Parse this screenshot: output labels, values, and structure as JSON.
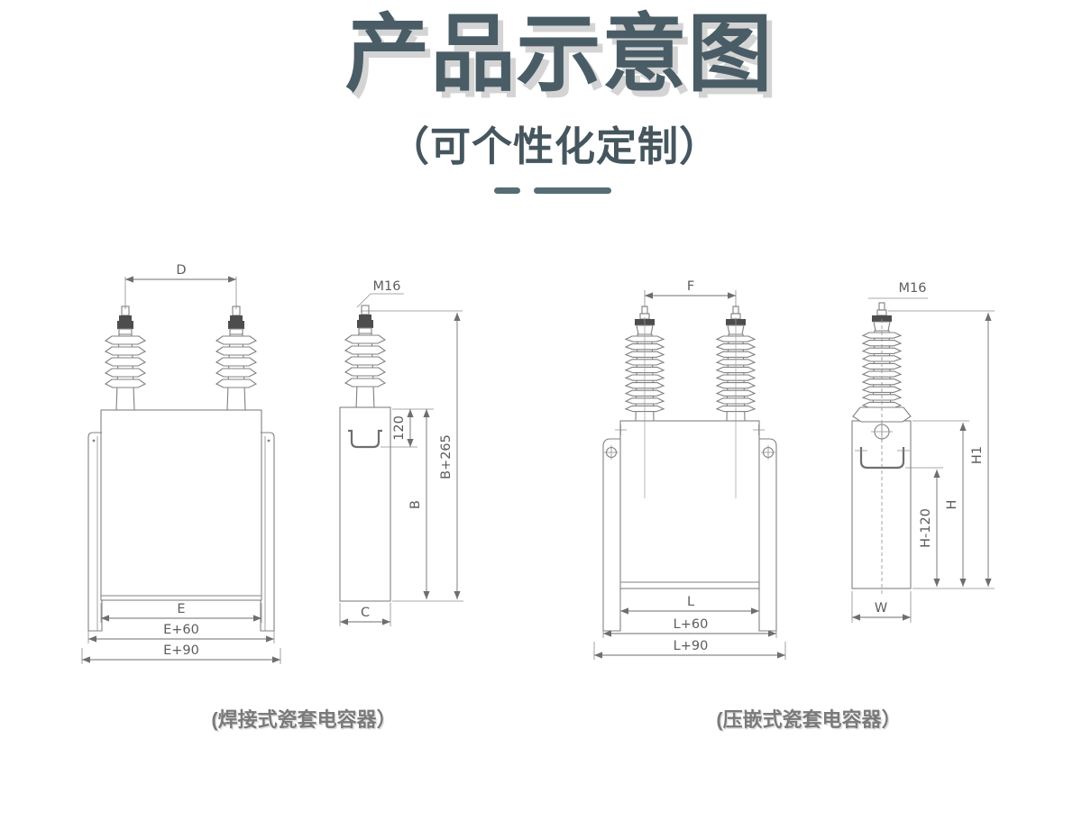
{
  "page": {
    "title": "产品示意图",
    "subtitle": "（可个性化定制）"
  },
  "theme": {
    "title_color": "#4a5d66",
    "title_shadow": "#d4d4d4",
    "divider_color": "#566d75",
    "drawing_line_color": "#818181",
    "caption_color": "#7a7a7a"
  },
  "drawings": {
    "welded_front": {
      "dim_top": "D",
      "dim_e": "E",
      "dim_e60": "E+60",
      "dim_e90": "E+90"
    },
    "welded_side": {
      "dim_thread": "M16",
      "dim_bracket": "120",
      "dim_total": "B+265",
      "dim_body": "B",
      "dim_width": "C"
    },
    "pressfit_front": {
      "dim_top": "F",
      "dim_l": "L",
      "dim_l60": "L+60",
      "dim_l90": "L+90"
    },
    "pressfit_side": {
      "dim_thread": "M16",
      "dim_total": "H1",
      "dim_body": "H",
      "dim_bracket": "H-120",
      "dim_width": "W"
    }
  },
  "captions": {
    "welded": "(焊接式瓷套电容器）",
    "pressfit": "(压嵌式瓷套电容器）"
  }
}
